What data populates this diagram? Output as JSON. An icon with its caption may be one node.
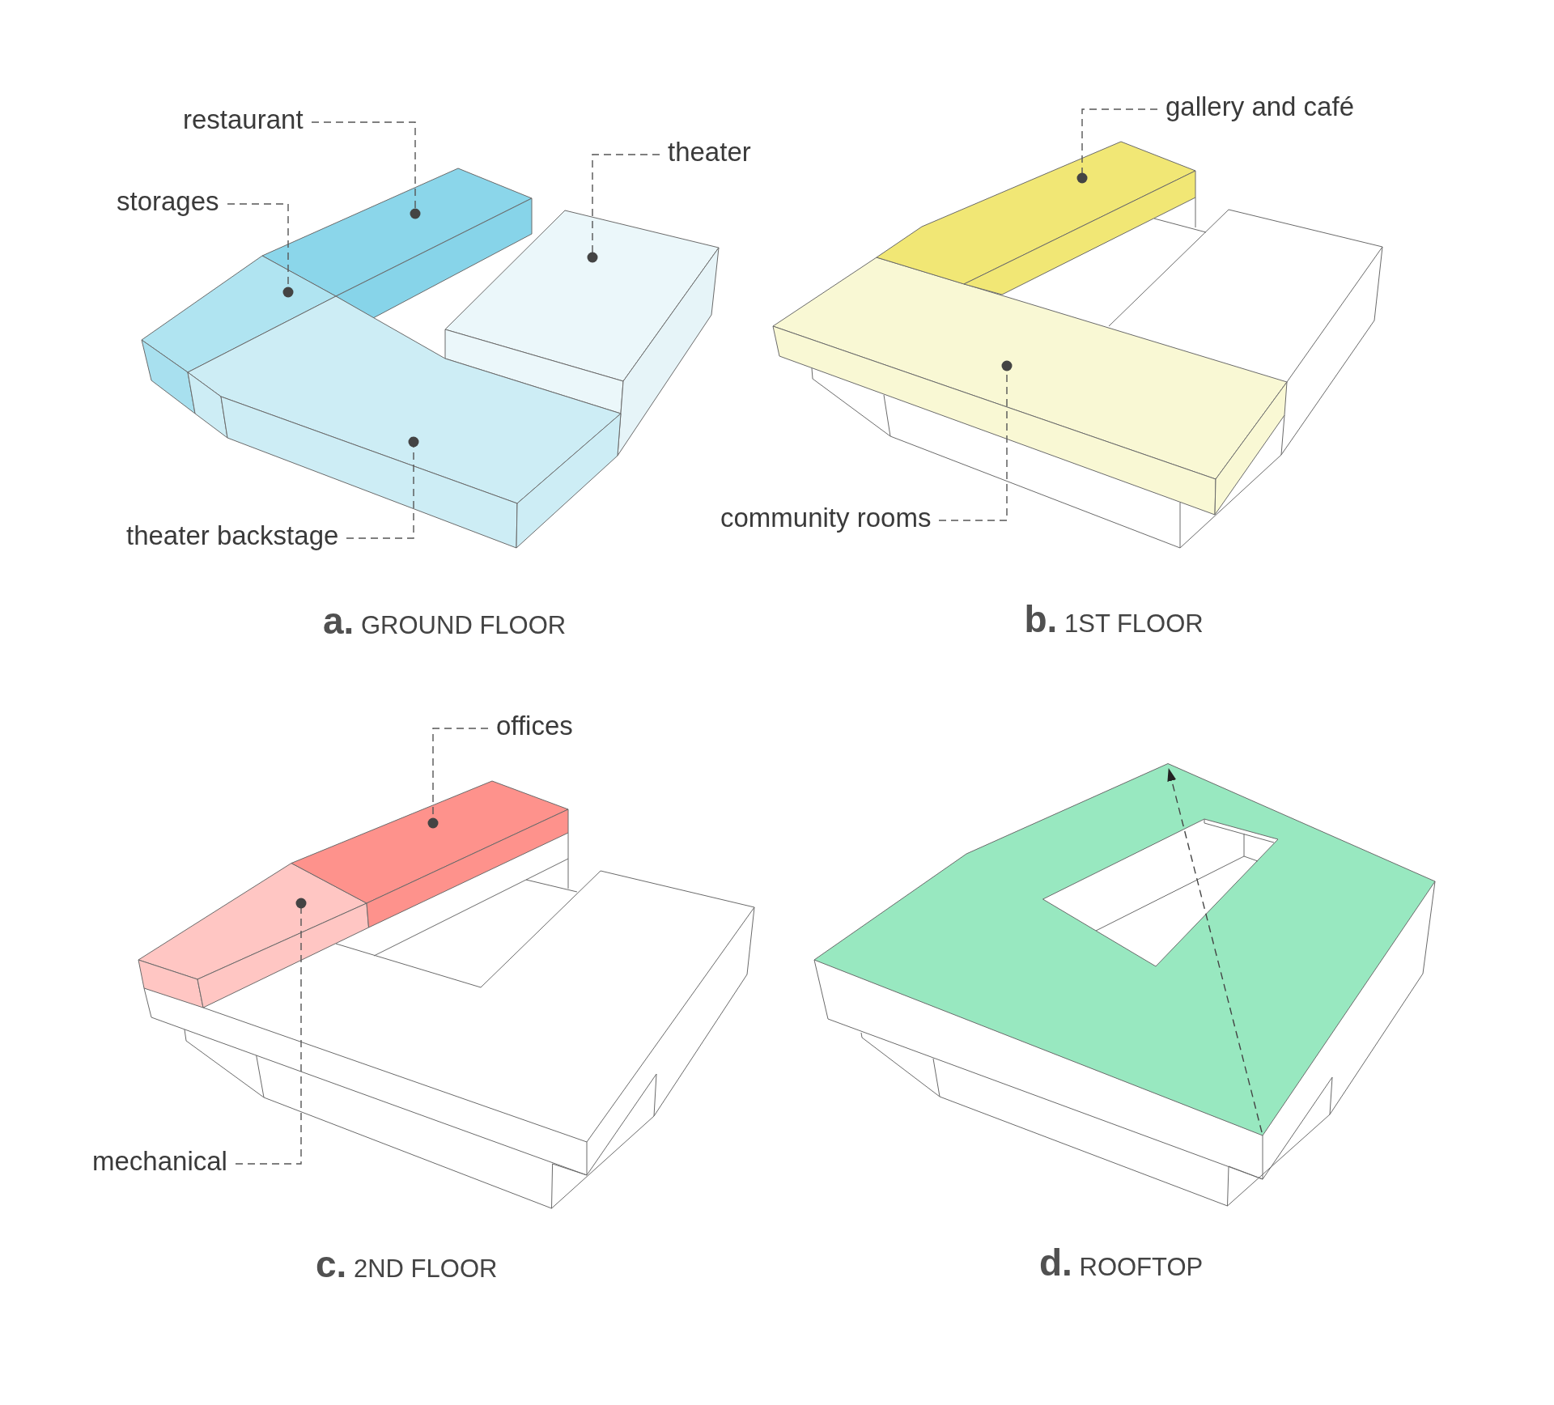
{
  "diagram": {
    "nodes": [
      {
        "text": [
          "restaurant"
        ]
      },
      {
        "text": [
          "storages"
        ]
      },
      {
        "text": [
          "theater"
        ]
      },
      {
        "text": [
          "theater backstage"
        ]
      },
      {
        "text": [],
        "shape": "box"
      },
      {
        "text": [],
        "shape": "box"
      },
      {
        "text": [],
        "shape": "box"
      },
      {
        "text": [],
        "shape": "box"
      },
      {
        "text": [
          "gallery and café"
        ]
      },
      {
        "text": [
          "community rooms"
        ]
      },
      {
        "text": [],
        "shape": "box"
      },
      {
        "text": [],
        "shape": "box"
      },
      {
        "text": [
          "offices"
        ]
      },
      {
        "text": [
          "mechanical"
        ]
      },
      {
        "text": [],
        "shape": "box"
      },
      {
        "text": [],
        "shape": "box"
      }
    ],
    "edges": [
      {
        "from": 0,
        "to": 4,
        "arrow": "other",
        "style": "dashed"
      },
      {
        "from": 1,
        "to": 5,
        "arrow": "other",
        "style": "dashed"
      },
      {
        "from": 2,
        "to": 6,
        "arrow": "other",
        "style": "dashed"
      },
      {
        "from": 3,
        "to": 7,
        "arrow": "other",
        "style": "dashed"
      },
      {
        "from": 8,
        "to": 10,
        "arrow": "other",
        "style": "dashed"
      },
      {
        "from": 9,
        "to": 11,
        "arrow": "other",
        "style": "dashed"
      },
      {
        "from": 12,
        "to": 14,
        "arrow": "other",
        "style": "dashed"
      },
      {
        "from": 13,
        "to": 15,
        "arrow": "other",
        "style": "dashed"
      }
    ],
    "labels": [
      "**a.** GROUND FLOOR",
      "**b.** 1ST FLOOR",
      "**c.** 2ND FLOOR",
      "**d.** ROOFTOP"
    ]
  }
}
